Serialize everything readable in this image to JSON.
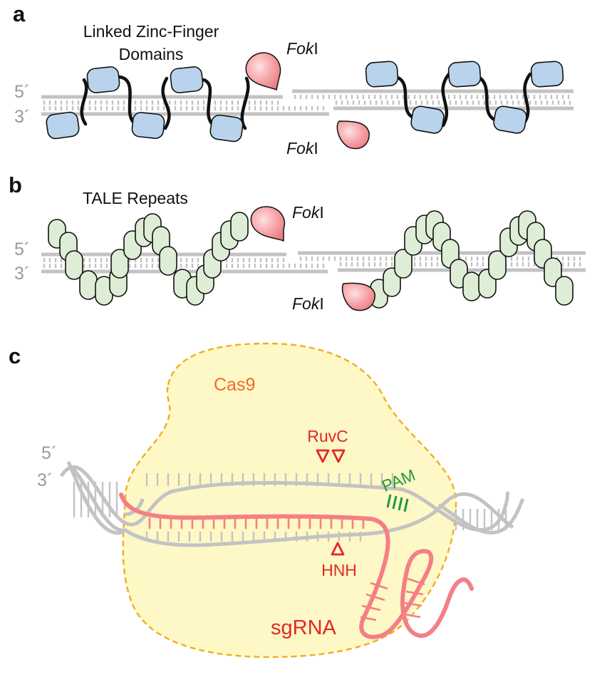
{
  "panel_a": {
    "letter": "a",
    "title_line1": "Linked Zinc-Finger",
    "title_line2": "Domains",
    "fok_top_main": "Fok",
    "fok_top_suffix": "I",
    "fok_bottom_main": "Fok",
    "fok_bottom_suffix": "I",
    "five_prime": "5´",
    "three_prime": "3´"
  },
  "panel_b": {
    "letter": "b",
    "title": "TALE Repeats",
    "fok_top_main": "Fok",
    "fok_top_suffix": "I",
    "fok_bottom_main": "Fok",
    "fok_bottom_suffix": "I",
    "five_prime": "5´",
    "three_prime": "3´"
  },
  "panel_c": {
    "letter": "c",
    "cas9_label": "Cas9",
    "ruvc_label": "RuvC",
    "hnh_label": "HNH",
    "pam_label": "PAM",
    "sgrna_label": "sgRNA",
    "five_prime": "5´",
    "three_prime": "3´"
  },
  "colors": {
    "dna": "#c3c3c3",
    "zinc_finger": "#b9d3ec",
    "tale_repeat": "#deedd5",
    "foki": "#f29a9e",
    "cas9_fill": "#fdf8c5",
    "cas9_outline": "#f3ad1c",
    "cas9_text": "#ef6a2a",
    "nuclease_red": "#e4262c",
    "pam_green": "#1f9a3a",
    "sgrna": "#f47f86"
  }
}
